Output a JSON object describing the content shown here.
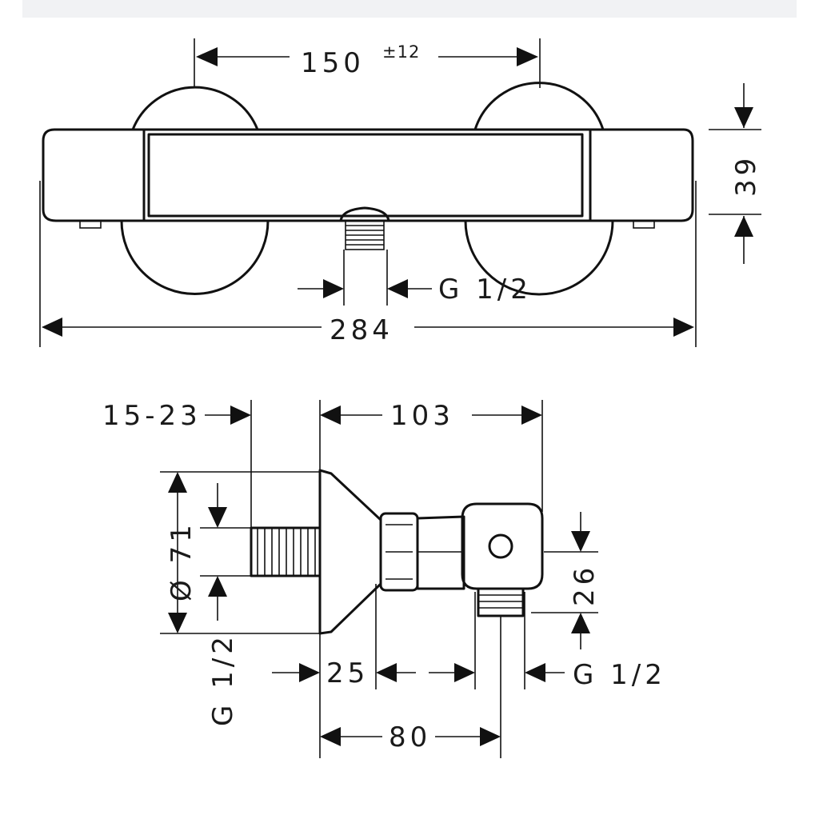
{
  "dimensions": {
    "center_distance": "150",
    "center_tolerance": "±12",
    "height": "39",
    "outlet_thread": "G 1/2",
    "overall_width": "284",
    "eccentric_range": "15-23",
    "projection": "103",
    "rosette_diameter": "Ø 71",
    "inlet_thread": "G 1/2",
    "offset_25": "25",
    "outlet_offset": "26",
    "side_outlet_thread": "G 1/2",
    "outlet_distance": "80"
  },
  "colors": {
    "line": "#111111",
    "background": "#ffffff",
    "top_band": "#f1f2f4"
  }
}
